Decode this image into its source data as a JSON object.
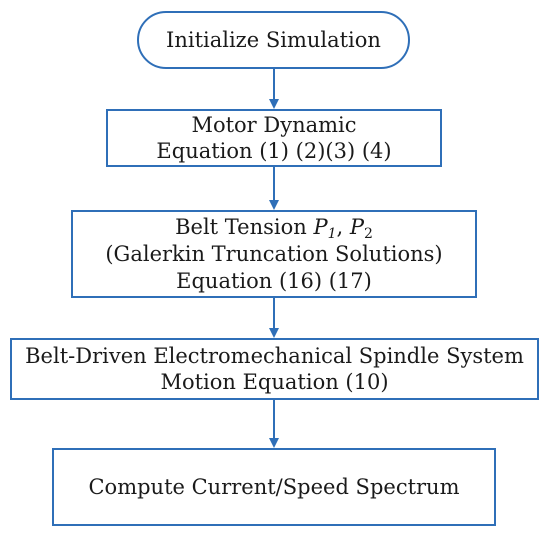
{
  "diagram": {
    "nodes": {
      "start": {
        "text": "Initialize Simulation"
      },
      "motor": {
        "line1": "Motor Dynamic",
        "line2": "Equation (1) (2)(3) (4)"
      },
      "tension": {
        "line1_prefix": "Belt Tension ",
        "p_symbol": "P",
        "p1_sub": "1",
        "separator": ", ",
        "p2_sub": "2",
        "line2": "(Galerkin Truncation Solutions)",
        "line3": "Equation (16) (17)"
      },
      "spindle": {
        "line1": "Belt-Driven Electromechanical Spindle System",
        "line2": "Motion Equation (10)"
      },
      "spectrum": {
        "text": "Compute Current/Speed Spectrum"
      }
    },
    "colors": {
      "border": "#2f6fb8",
      "arrow": "#2f6fb8",
      "text": "#1a1a1a"
    },
    "edges": [
      {
        "from": "start",
        "to": "motor"
      },
      {
        "from": "motor",
        "to": "tension"
      },
      {
        "from": "tension",
        "to": "spindle"
      },
      {
        "from": "spindle",
        "to": "spectrum"
      }
    ]
  }
}
